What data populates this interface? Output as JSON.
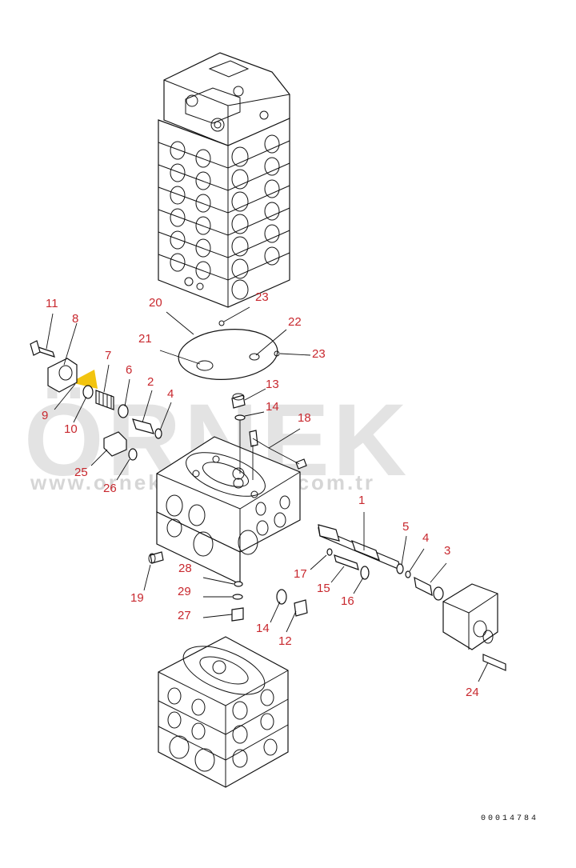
{
  "watermark": {
    "logo": "ÖRNEK",
    "url": "www.ornekmakinalari.com.tr",
    "accent_color": "#f2c40f",
    "logo_color": "#d9d9d9"
  },
  "drawing_code": "00014784",
  "label_color": "#c8282e",
  "parts": [
    {
      "id": "p1",
      "label": "1"
    },
    {
      "id": "p2",
      "label": "2"
    },
    {
      "id": "p3",
      "label": "3"
    },
    {
      "id": "p4a",
      "label": "4"
    },
    {
      "id": "p4b",
      "label": "4"
    },
    {
      "id": "p5",
      "label": "5"
    },
    {
      "id": "p6",
      "label": "6"
    },
    {
      "id": "p7",
      "label": "7"
    },
    {
      "id": "p8",
      "label": "8"
    },
    {
      "id": "p9",
      "label": "9"
    },
    {
      "id": "p10",
      "label": "10"
    },
    {
      "id": "p11",
      "label": "11"
    },
    {
      "id": "p12",
      "label": "12"
    },
    {
      "id": "p13",
      "label": "13"
    },
    {
      "id": "p14a",
      "label": "14"
    },
    {
      "id": "p14b",
      "label": "14"
    },
    {
      "id": "p15",
      "label": "15"
    },
    {
      "id": "p16",
      "label": "16"
    },
    {
      "id": "p17",
      "label": "17"
    },
    {
      "id": "p18",
      "label": "18"
    },
    {
      "id": "p19",
      "label": "19"
    },
    {
      "id": "p20",
      "label": "20"
    },
    {
      "id": "p21",
      "label": "21"
    },
    {
      "id": "p22",
      "label": "22"
    },
    {
      "id": "p23a",
      "label": "23"
    },
    {
      "id": "p23b",
      "label": "23"
    },
    {
      "id": "p24",
      "label": "24"
    },
    {
      "id": "p25",
      "label": "25"
    },
    {
      "id": "p26",
      "label": "26"
    },
    {
      "id": "p27",
      "label": "27"
    },
    {
      "id": "p28",
      "label": "28"
    },
    {
      "id": "p29",
      "label": "29"
    }
  ]
}
